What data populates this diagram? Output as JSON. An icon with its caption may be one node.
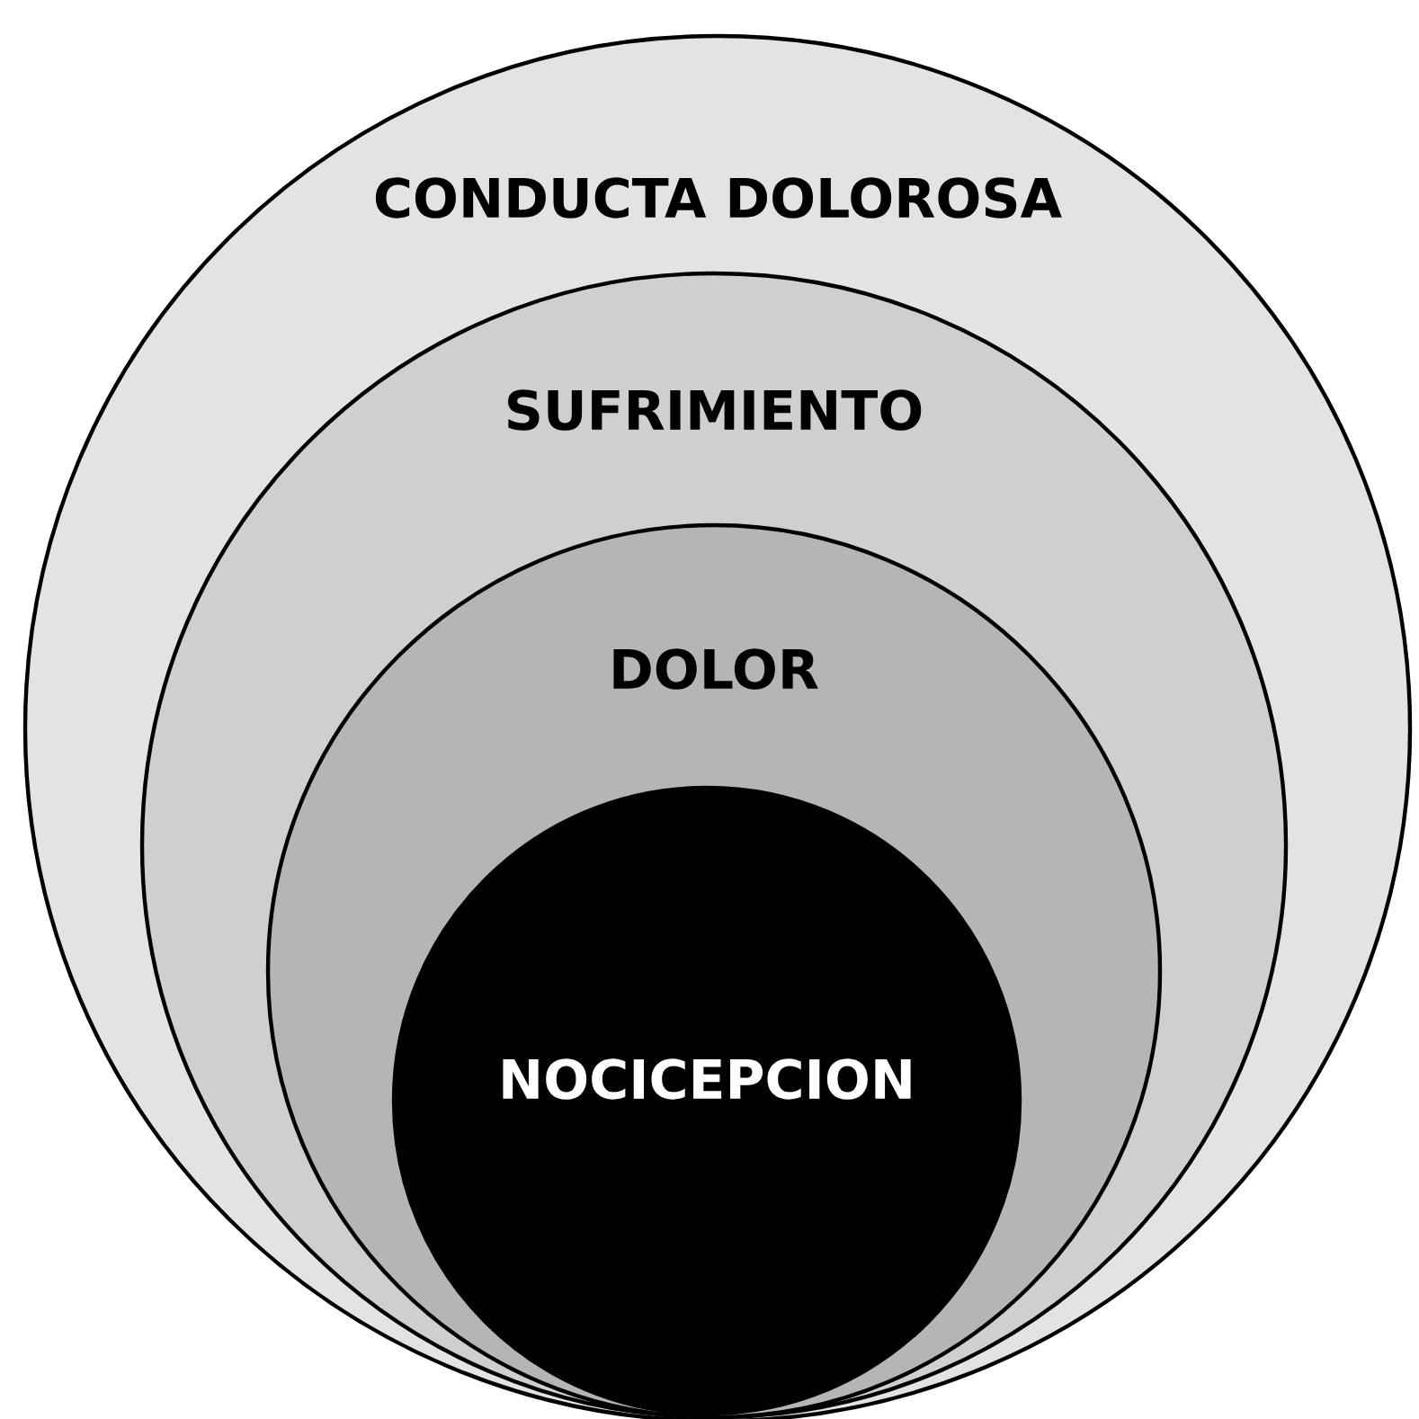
{
  "diagram": {
    "nodes": [
      {
        "text": [
          "CONDUCTA DOLOROSA"
        ]
      },
      {
        "text": [
          "SUFRIMIENTO"
        ],
        "in": 0
      },
      {
        "text": [
          "DOLOR"
        ],
        "in": 1
      },
      {
        "text": [
          "NOCICEPCION"
        ],
        "in": 2
      }
    ]
  }
}
